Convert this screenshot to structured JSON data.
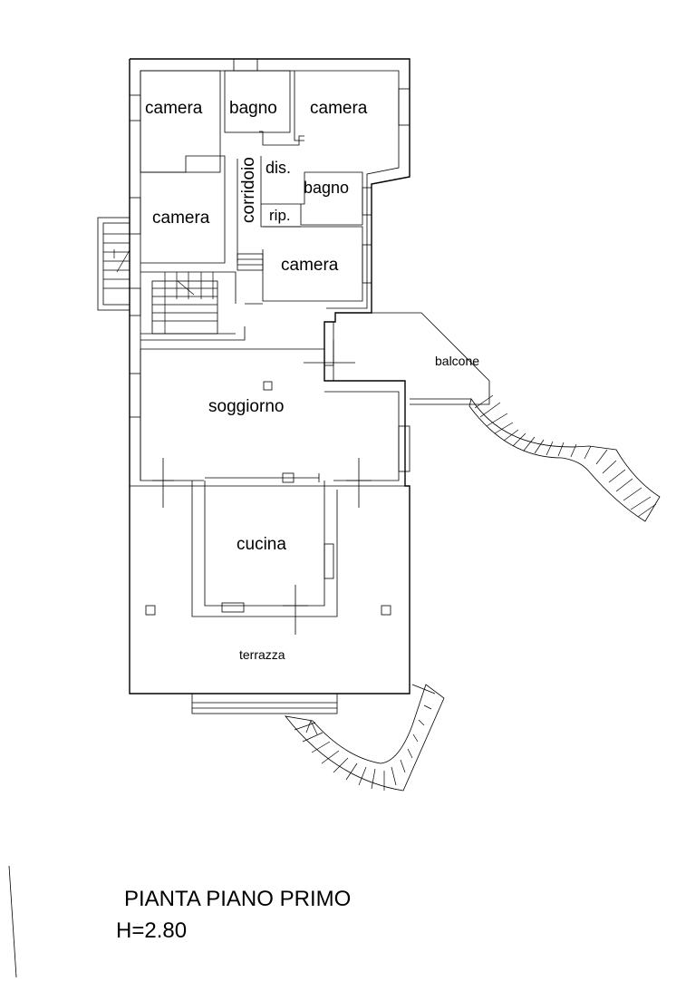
{
  "rooms": {
    "camera_nw": "camera",
    "bagno_n": "bagno",
    "camera_ne": "camera",
    "corridoio": "corridoio",
    "dis": "dis.",
    "bagno_e": "bagno",
    "camera_w": "camera",
    "rip": "rip.",
    "camera_e": "camera",
    "balcone": "balcone",
    "soggiorno": "soggiorno",
    "cucina": "cucina",
    "terrazza": "terrazza"
  },
  "caption": {
    "title": "PIANTA PIANO PRIMO",
    "height": "H=2.80"
  }
}
